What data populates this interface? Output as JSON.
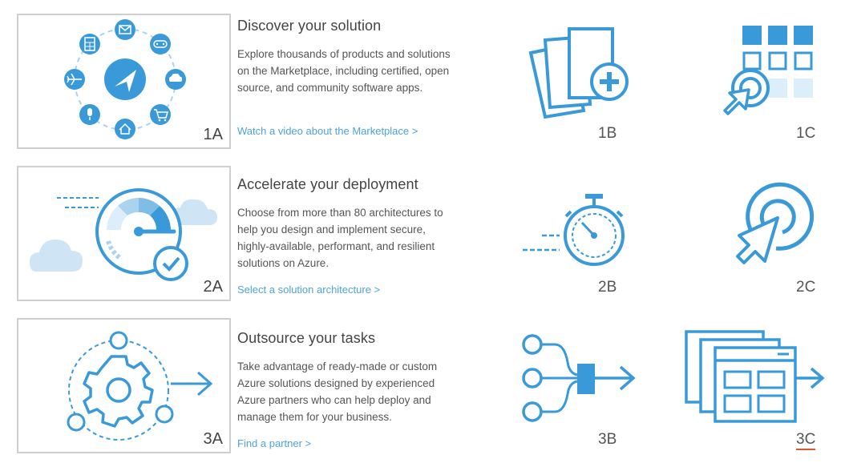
{
  "colors": {
    "accent": "#3a9ad9",
    "light_accent": "#a9d3ef",
    "pale": "#dceefa",
    "cloud": "#cfe5f6",
    "link": "#4da3dc",
    "border": "#cfcfcf"
  },
  "sections": [
    {
      "card_label": "1A",
      "title": "Discover your solution",
      "description": "Explore thousands of products and solutions on the Marketplace, including certified, open source, and community software apps.",
      "link": "Watch a video about the Marketplace >",
      "icons": [
        "navigation-icon",
        "mail-icon",
        "gamepad-icon",
        "car-icon",
        "cart-icon",
        "home-icon",
        "microphone-icon",
        "airplane-icon",
        "calculator-icon"
      ]
    },
    {
      "card_label": "2A",
      "title": "Accelerate your deployment",
      "description": "Choose from more than 80 architectures to help you design and implement secure, highly-available, performant, and resilient solutions on Azure.",
      "link": "Select a solution architecture >",
      "icons": [
        "speedometer-icon",
        "checkmark-icon",
        "cloud-icon"
      ]
    },
    {
      "card_label": "3A",
      "title": "Outsource your tasks",
      "description": "Take advantage of ready-made or custom Azure solutions designed by experienced Azure partners who can help deploy and manage them for your business.",
      "link": "Find a partner >",
      "icons": [
        "gear-icon",
        "arrow-right-icon"
      ]
    }
  ],
  "tiles": [
    {
      "label": "1B",
      "icon": "add-document-icon"
    },
    {
      "label": "1C",
      "icon": "select-grid-icon"
    },
    {
      "label": "2B",
      "icon": "stopwatch-icon"
    },
    {
      "label": "2C",
      "icon": "target-cursor-icon"
    },
    {
      "label": "3B",
      "icon": "merge-flow-icon"
    },
    {
      "label": "3C",
      "icon": "windows-export-icon"
    }
  ]
}
